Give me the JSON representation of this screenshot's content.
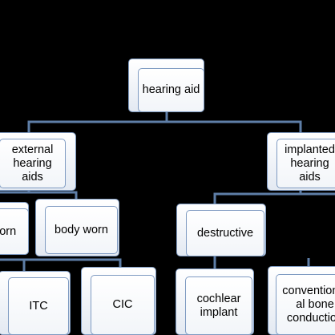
{
  "diagram": {
    "line_color": "#5e7ea7",
    "box_border_color": "#7f9bc2",
    "background": "#000000",
    "nodes": {
      "root": "hearing aid",
      "external": "external\nhearing\naids",
      "implanted": "implanted\nhearing\naids",
      "ear_worn": "ear worn",
      "body_worn": "body worn",
      "destructive": "destructive",
      "itc": "ITC",
      "cic": "CIC",
      "cochlear": "cochlear\nimplant",
      "bone": "conventional\nal bone\nconduction"
    }
  }
}
